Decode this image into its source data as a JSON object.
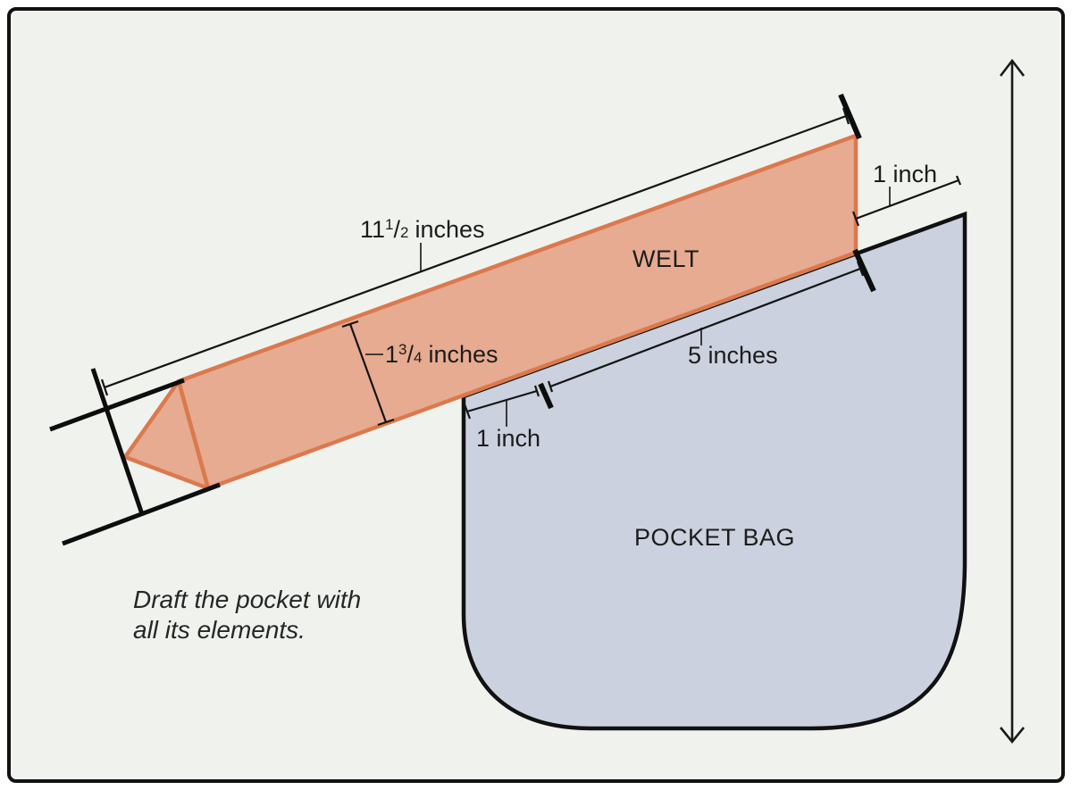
{
  "diagram": {
    "welt_label": "WELT",
    "pocket_bag_label": "POCKET BAG",
    "caption_line1": "Draft the pocket with",
    "caption_line2": "all its elements.",
    "dim_welt_length": {
      "whole": "11",
      "num": "1",
      "slash": "/",
      "den": "2",
      "unit": "inches"
    },
    "dim_welt_width": {
      "whole": "1",
      "num": "3",
      "slash": "/",
      "den": "4",
      "unit": "inches"
    },
    "dim_right_extension": "1 inch",
    "dim_left_inset": "1 inch",
    "dim_opening": "5 inches",
    "colors": {
      "background": "#f0f2ee",
      "border": "#111111",
      "welt_fill": "#e6ab91",
      "welt_stroke": "#db794d",
      "pocket_fill": "#cbd1de",
      "pocket_stroke": "#111111",
      "line": "#141414",
      "text": "#1c1c1c"
    }
  }
}
